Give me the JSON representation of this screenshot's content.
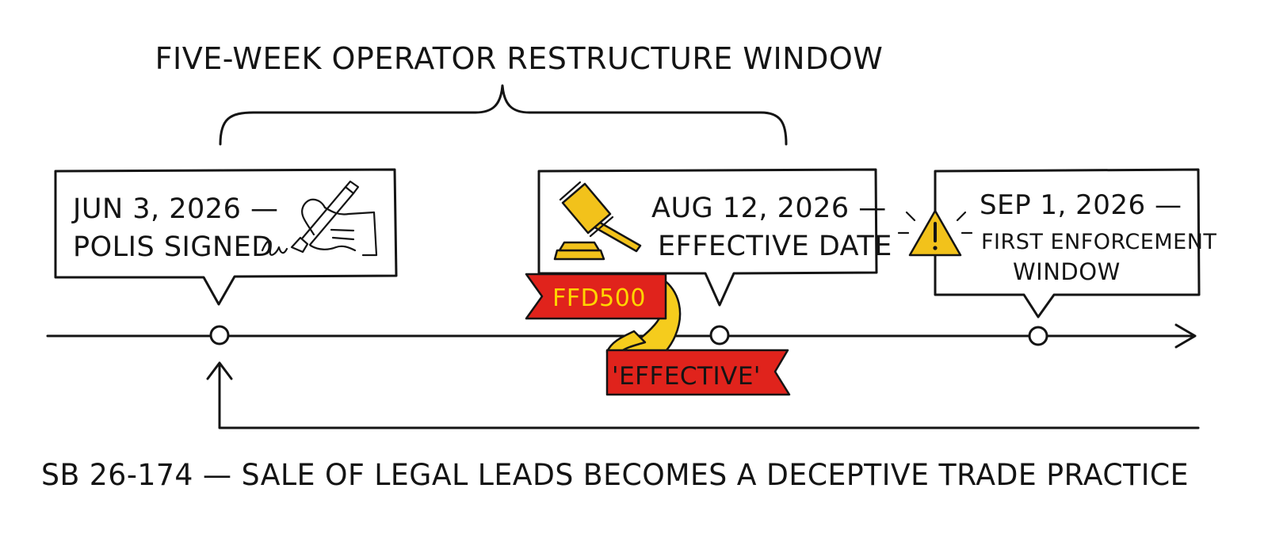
{
  "window_label": "FIVE-WEEK OPERATOR RESTRUCTURE WINDOW",
  "events": [
    {
      "date": "JUN 3, 2026 —",
      "line2": "POLIS SIGNED",
      "line3": "",
      "icon": "signature-icon"
    },
    {
      "date": "AUG 12, 2026 —",
      "line2": "EFFECTIVE DATE",
      "line3": "",
      "icon": "gavel-icon"
    },
    {
      "date": "SEP 1, 2026 —",
      "line2": "FIRST ENFORCEMENT",
      "line3": "WINDOW",
      "icon": "warning-icon"
    }
  ],
  "ribbon": {
    "top_label": "FFD500",
    "bottom_label": "'EFFECTIVE'"
  },
  "caption": "SB 26-174 — SALE OF LEGAL LEADS BECOMES A DECEPTIVE TRADE PRACTICE",
  "colors": {
    "ink": "#141414",
    "ribbon_red": "#e0231c",
    "ribbon_yellow": "#f5cc1d",
    "ribbon_text_yellow": "#ffd500",
    "icon_yellow": "#f2c21b"
  }
}
